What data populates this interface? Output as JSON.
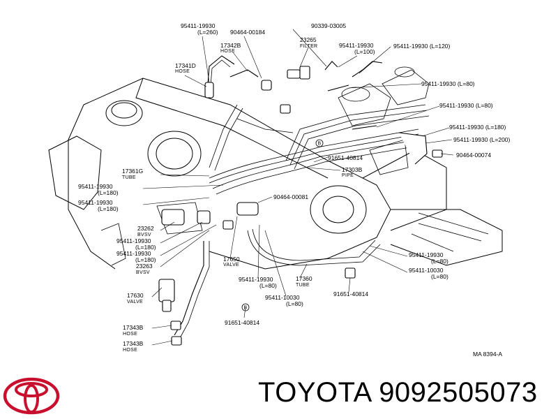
{
  "brand": {
    "name": "TOYOTA",
    "part_number": "9092505073"
  },
  "logo": {
    "icon": "toyota-logo-icon",
    "color": "#c8102e"
  },
  "figure_id": "MA  8394-A",
  "labels": {
    "l1": "95411-19930",
    "l1b": "(L=260)",
    "l2": "90464-00184",
    "l3": "90339-03005",
    "l4": "23265",
    "l4b": "FILTER",
    "l5": "95411-19930",
    "l5b": "(L=100)",
    "l6": "95411-19930 (L=120)",
    "l7": "17342B",
    "l7b": "HOSE",
    "l8": "17341D",
    "l8b": "HOSE",
    "l9": "95411-19930 (L=80)",
    "l10": "95411-19930 (L=80)",
    "l11": "95411-19930 (L=180)",
    "l12": "95411-19930 (L=200)",
    "l13": "90464-00074",
    "l14": "91651-40814",
    "l15": "17303B",
    "l15b": "PIPE",
    "l16": "17361G",
    "l16b": "TUBE",
    "l17": "95411-19930",
    "l17b": "(L=180)",
    "l18": "95411-19930",
    "l18b": "(L=180)",
    "l19": "90464-00081",
    "l20": "23262",
    "l20b": "BVSV",
    "l21": "95411-19930",
    "l21b": "(L=180)",
    "l22": "95411-19930",
    "l22b": "(L=180)",
    "l23": "23263",
    "l23b": "BVSV",
    "l24": "17650",
    "l24b": "VALVE",
    "l25": "95411-19930",
    "l25b": "(L=80)",
    "l26": "95411-10030",
    "l26b": "(L=80)",
    "l27": "17360",
    "l27b": "TUBE",
    "l28": "91651-40814",
    "l29": "95411-19930",
    "l29b": "(L=80)",
    "l30": "95411-10030",
    "l30b": "(L=80)",
    "l31": "17630",
    "l31b": "VALVE",
    "l32": "17343B",
    "l32b": "HOSE",
    "l33": "17343B",
    "l33b": "HOSE",
    "l34": "91651-40814",
    "bolt_mark": "B"
  }
}
